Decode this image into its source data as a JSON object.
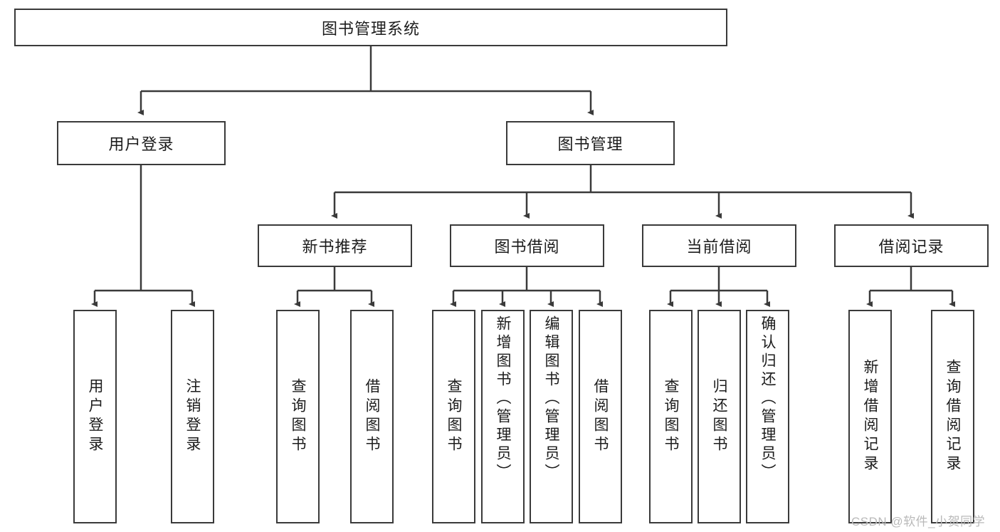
{
  "diagram": {
    "title_node": {
      "label": "图书管理系统"
    },
    "level2": [
      {
        "label": "用户登录"
      },
      {
        "label": "图书管理"
      }
    ],
    "level3": [
      {
        "label": "新书推荐"
      },
      {
        "label": "图书借阅"
      },
      {
        "label": "当前借阅"
      },
      {
        "label": "借阅记录"
      }
    ],
    "leaves": {
      "user_login": [
        {
          "label": "用户登录"
        },
        {
          "label": "注销登录"
        }
      ],
      "new_book_rec": [
        {
          "label": "查询图书"
        },
        {
          "label": "借阅图书"
        }
      ],
      "book_borrow": [
        {
          "label": "查询图书"
        },
        {
          "label": "新增图书（管理员）"
        },
        {
          "label": "编辑图书（管理员）"
        },
        {
          "label": "借阅图书"
        }
      ],
      "current_borrow": [
        {
          "label": "查询图书"
        },
        {
          "label": "归还图书"
        },
        {
          "label": "确认归还（管理员）"
        }
      ],
      "borrow_record": [
        {
          "label": "新增借阅记录"
        },
        {
          "label": "查询借阅记录"
        }
      ]
    }
  },
  "watermark": {
    "text": "CSDN @软件_小贺同学"
  },
  "colors": {
    "stroke": "#3a3a3a",
    "fill": "#ffffff",
    "text": "#1c1c1c",
    "watermark": "#b9b9b9"
  }
}
